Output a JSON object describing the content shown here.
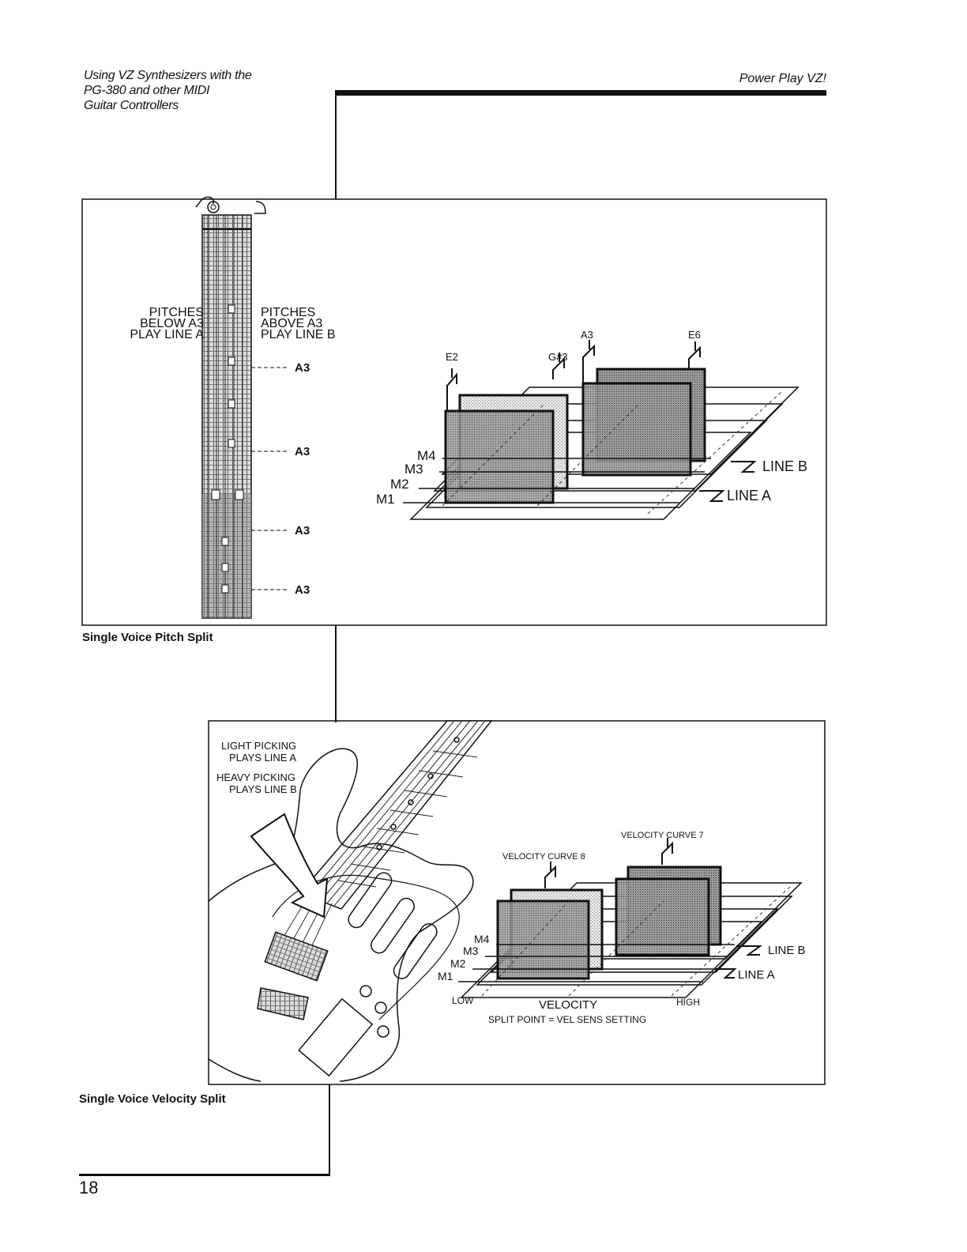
{
  "header": {
    "left_line1": "Using VZ Synthesizers with the",
    "left_line2": "PG-380 and other MIDI",
    "left_line3": "Guitar Controllers",
    "right": "Power Play VZ!"
  },
  "figure1": {
    "caption": "Single Voice Pitch Split",
    "below_label": [
      "PITCHES",
      "BELOW A3",
      "PLAY LINE A"
    ],
    "above_label": [
      "PITCHES",
      "ABOVE A3",
      "PLAY LINE B"
    ],
    "fret_marks": [
      "A3",
      "A3",
      "A3",
      "A3"
    ],
    "split_notes": [
      "E2",
      "G#3",
      "A3",
      "E6"
    ],
    "modules": [
      "M4",
      "M3",
      "M2",
      "M1"
    ],
    "line_b": "LINE B",
    "line_a": "LINE A"
  },
  "figure2": {
    "caption": "Single Voice Velocity Split",
    "light_picking": [
      "LIGHT PICKING",
      "PLAYS LINE A"
    ],
    "heavy_picking": [
      "HEAVY PICKING",
      "PLAYS LINE B"
    ],
    "curve_left": "VELOCITY CURVE 8",
    "curve_right": "VELOCITY CURVE 7",
    "modules": [
      "M4",
      "M3",
      "M2",
      "M1"
    ],
    "line_b": "LINE B",
    "line_a": "LINE A",
    "low": "LOW",
    "velocity": "VELOCITY",
    "high": "HIGH",
    "split_point": "SPLIT POINT = VEL SENS SETTING"
  },
  "page_number": "18"
}
